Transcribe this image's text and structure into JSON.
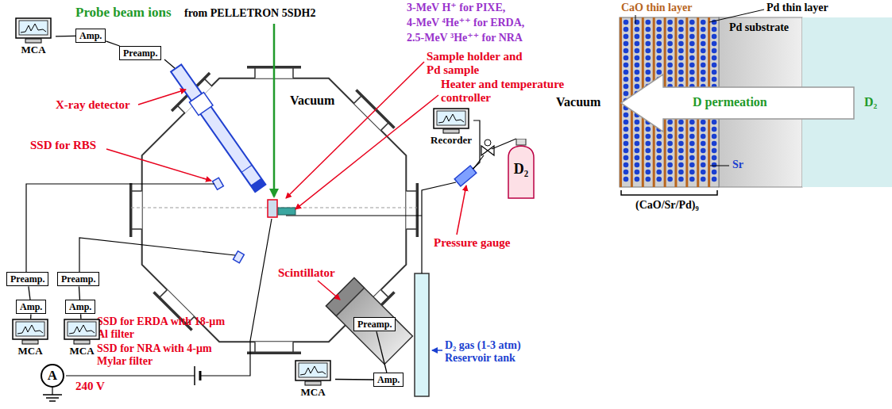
{
  "diagram": {
    "nodes": [
      {
        "text": [
          "MCA"
        ]
      },
      {
        "text": [
          "Amp."
        ]
      },
      {
        "text": [
          "Preamp."
        ]
      },
      {
        "text": [
          "Preamp."
        ]
      },
      {
        "text": [
          "Preamp."
        ]
      },
      {
        "text": [
          "Amp."
        ]
      },
      {
        "text": [
          "Amp."
        ]
      },
      {
        "text": [
          "MCA"
        ]
      },
      {
        "text": [
          "MCA"
        ]
      },
      {
        "text": [
          "A"
        ]
      },
      {
        "text": [
          "Preamp."
        ]
      },
      {
        "text": [
          "Amp."
        ]
      },
      {
        "text": [
          "MCA"
        ]
      },
      {
        "text": [
          "Recorder"
        ]
      },
      {
        "text": [
          "D₂"
        ]
      }
    ],
    "edges": [
      {
        "from": 0,
        "to": 1,
        "arrow": "none"
      },
      {
        "from": 1,
        "to": 2,
        "arrow": "none"
      },
      {
        "from": 3,
        "to": 5,
        "arrow": "none"
      },
      {
        "from": 4,
        "to": 6,
        "arrow": "none"
      },
      {
        "from": 5,
        "to": 7,
        "arrow": "none"
      },
      {
        "from": 6,
        "to": 8,
        "arrow": "none"
      },
      {
        "from": 12,
        "to": 11,
        "arrow": "none"
      },
      {
        "from": 11,
        "to": 10,
        "arrow": "none"
      }
    ],
    "labels": [
      "Probe beam ions",
      "from PELLETRON 5SDH2",
      "3-MeV H⁺ for PIXE,",
      "4-MeV ⁴He⁺⁺ for ERDA,",
      "2.5-MeV ³He⁺⁺ for NRA",
      "Sample holder and Pd sample",
      "Heater and temperature controller",
      "X-ray detector",
      "Vacuum",
      "SSD for RBS",
      "SSD for ERDA with 18-µm Al filter",
      "SSD for NRA with 4-µm Mylar filter",
      "Scintillator",
      "Pressure gauge",
      "D₂ gas (1-3 atm) Reservoir tank",
      "240 V",
      "CaO thin layer",
      "Pd thin layer",
      "Pd substrate",
      "Vacuum",
      "D permeation",
      "D₂",
      "Sr",
      "(CaO/Sr/Pd)₉"
    ]
  }
}
